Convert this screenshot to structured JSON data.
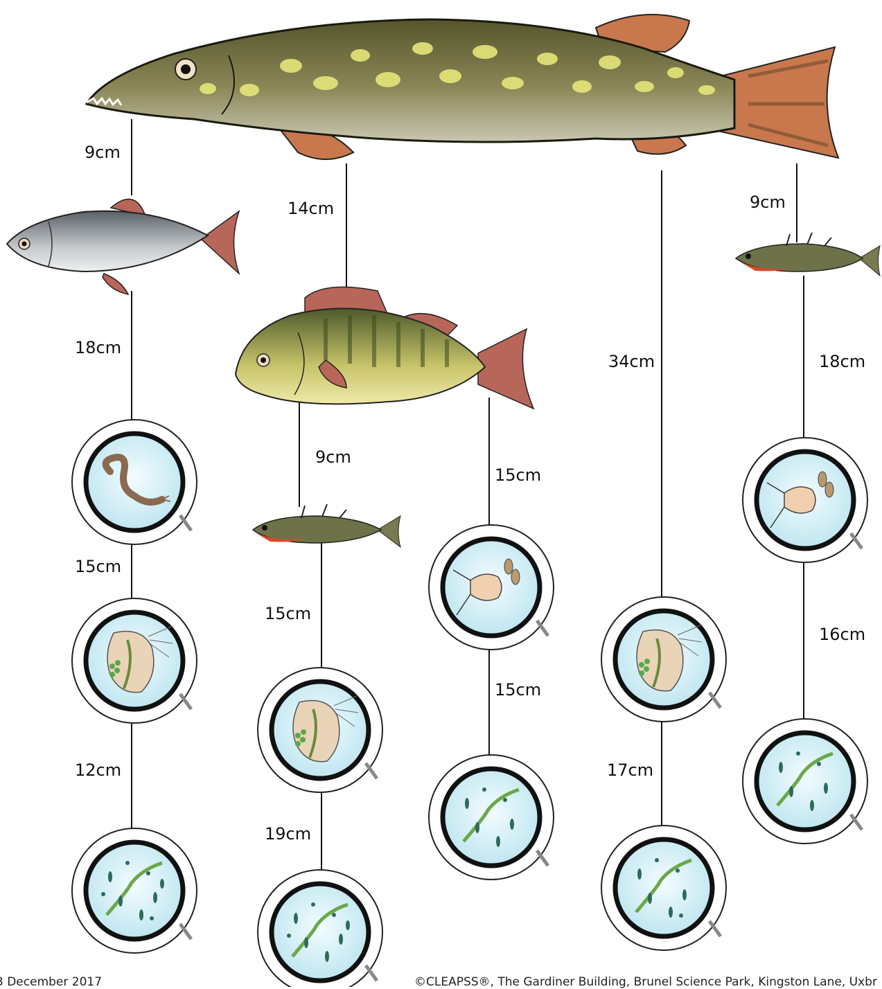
{
  "labels": {
    "pike_roach": "9cm",
    "pike_perch": "14cm",
    "pike_daphnia": "34cm",
    "pike_stickleback": "9cm",
    "roach_bloodworm": "18cm",
    "bloodworm_daphnia": "15cm",
    "daphnia_algae_1": "12cm",
    "perch_stickleback": "9cm",
    "perch_cyclops": "15cm",
    "stickleback_daphnia": "15cm",
    "daphnia_algae_2": "19cm",
    "cyclops_algae": "15cm",
    "daphnia_algae_3": "17cm",
    "stickleback_cyclops": "18cm",
    "cyclops_algae_2": "16cm"
  },
  "footer": {
    "date": "3 December 2017",
    "copyright": "©CLEAPSS®, The Gardiner Building, Brunel Science Park, Kingston Lane, Uxbr"
  },
  "colors": {
    "pike_body": "#6b6a3e",
    "pike_spots": "#e6e67a",
    "fin": "#c9784e",
    "lens_fill": "#d8f1f7",
    "line": "#111111"
  }
}
